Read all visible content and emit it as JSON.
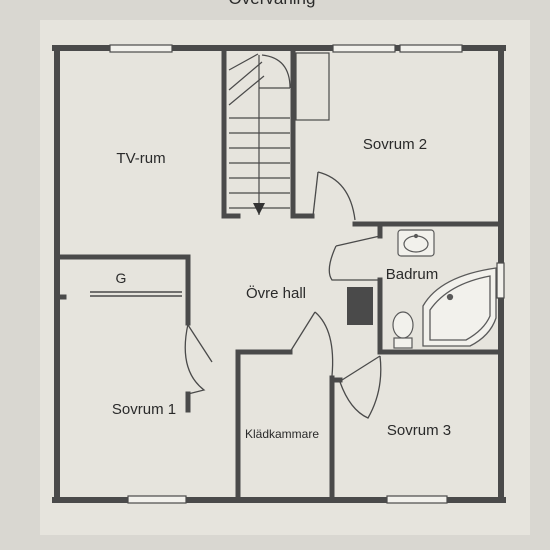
{
  "title": "Övervåning",
  "rooms": {
    "tv_rum": "TV-rum",
    "sovrum2": "Sovrum 2",
    "g": "G",
    "ovre_hall": "Övre hall",
    "badrum": "Badrum",
    "sovrum1": "Sovrum 1",
    "kladkammare": "Klädkammare",
    "sovrum3": "Sovrum 3"
  },
  "colors": {
    "paper": "#d9d7d1",
    "plan_bg": "#e6e4dd",
    "wall": "#4a4a4a",
    "chimney": "#4a4a4a",
    "fixture": "#6a6a6a"
  },
  "icons": [
    "stair-arrow-icon",
    "sink-icon",
    "corner-bathtub-icon",
    "toilet-icon",
    "window-icon",
    "door-swing-icon"
  ]
}
